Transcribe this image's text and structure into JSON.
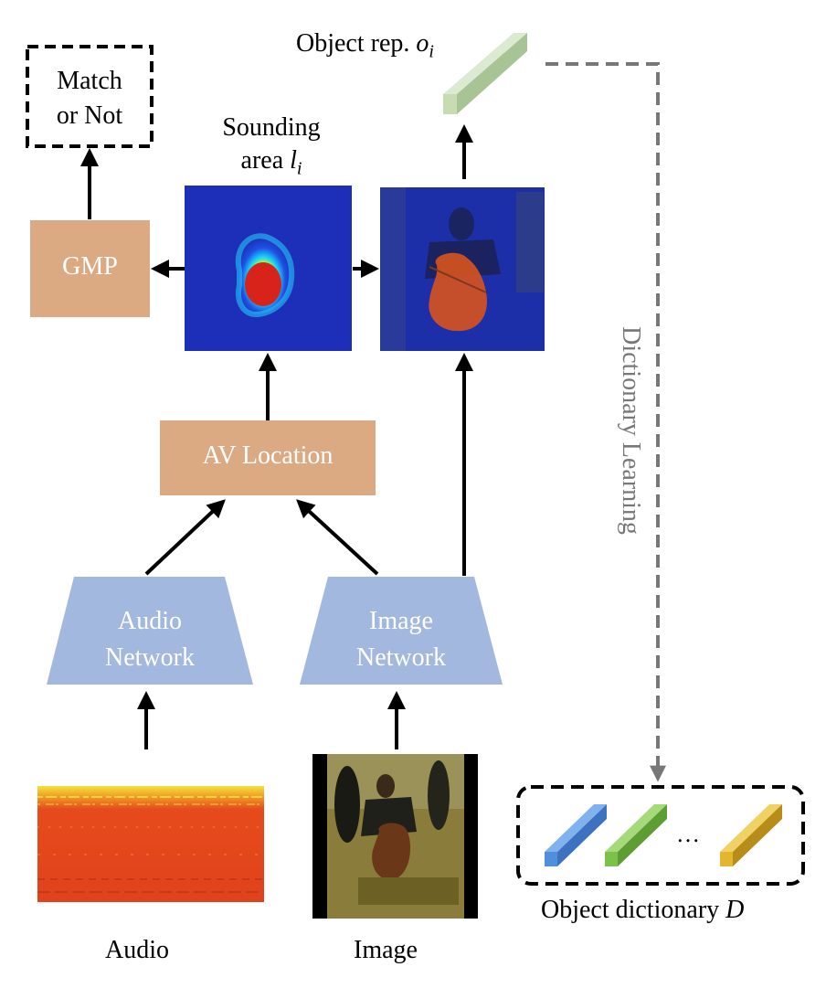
{
  "diagram": {
    "nodes": {
      "match": {
        "line1": "Match",
        "line2": "or Not"
      },
      "gmp": {
        "label": "GMP"
      },
      "av_location": {
        "label": "AV Location"
      },
      "audio_network": {
        "line1": "Audio",
        "line2": "Network"
      },
      "image_network": {
        "line1": "Image",
        "line2": "Network"
      }
    },
    "labels": {
      "sounding_area": "Sounding",
      "sounding_area_2": "area",
      "sounding_area_var": "l",
      "sounding_area_sub": "i",
      "object_rep": "Object rep.",
      "object_rep_var": "o",
      "object_rep_sub": "i",
      "dictionary_learning": "Dictionary Learning",
      "object_dictionary": "Object dictionary",
      "object_dictionary_var": "D",
      "ellipsis": "…",
      "audio_input": "Audio",
      "image_input": "Image"
    },
    "colors": {
      "box_fill": "#dcaa82",
      "network_fill": "#a3b8de",
      "arrow": "#000000",
      "dashed_gray": "#777777",
      "object_rep_green": "#c8dcb4",
      "dict_blue": "#4f8fdc",
      "dict_green": "#7dc04a",
      "dict_yellow": "#e2b62e",
      "heatmap_bg": "#1d2fb8",
      "spectrogram_red": "#e0421c"
    }
  }
}
